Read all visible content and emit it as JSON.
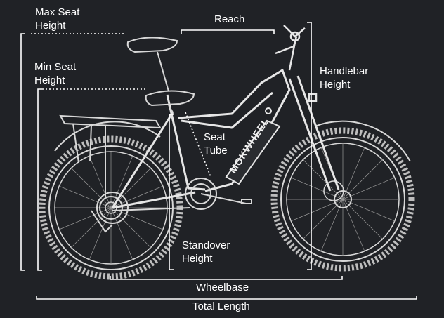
{
  "labels": {
    "max_seat_height": "Max Seat\nHeight",
    "min_seat_height": "Min Seat\nHeight",
    "reach": "Reach",
    "handlebar_height": "Handlebar\nHeight",
    "seat_tube": "Seat\nTube",
    "standover_height": "Standover\nHeight",
    "wheelbase": "Wheelbase",
    "total_length": "Total Length"
  },
  "brand": "MOKWHEEL",
  "colors": {
    "background": "#202226",
    "line": "#ffffff",
    "bike_stroke": "#d8d8d8"
  }
}
